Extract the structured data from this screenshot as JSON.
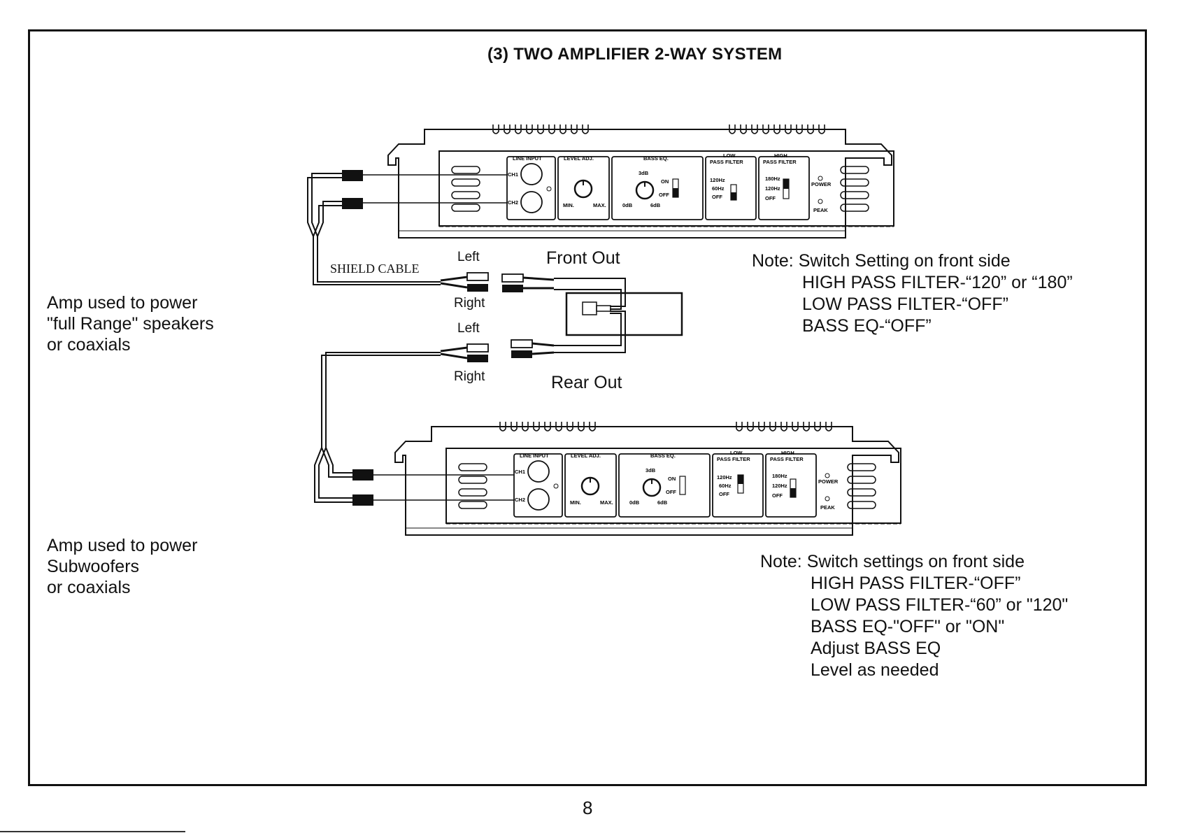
{
  "title": "(3)  TWO AMPLIFIER  2-WAY SYSTEM",
  "side_labels": {
    "top": [
      "Amp used to power",
      "\"full Range\" speakers",
      "or coaxials"
    ],
    "bottom": [
      "Amp used to power",
      "Subwoofers",
      "or coaxials"
    ]
  },
  "note_top": {
    "heading": "Note: Switch Setting on front side",
    "lines": [
      "HIGH PASS FILTER-“120”  or   “180”",
      "LOW PASS FILTER-“OFF”",
      "BASS EQ-“OFF”"
    ]
  },
  "note_bottom": {
    "heading": "Note: Switch settings on front side",
    "lines": [
      "HIGH PASS FILTER-“OFF”",
      "LOW PASS FILTER-“60”   or \"120\"",
      "BASS EQ-\"OFF\" or \"ON\"",
      "Adjust BASS EQ",
      "Level as needed"
    ]
  },
  "connectors": {
    "front_left": "Left",
    "front_right": "Right",
    "rear_left": "Left",
    "rear_right": "Right",
    "front_out": "Front Out",
    "rear_out": "Rear Out",
    "shield_cable": "SHIELD CABLE"
  },
  "amp_panel": {
    "line_input": "LINE INPUT",
    "ch1": "CH1",
    "ch2": "CH2",
    "level_adj": "LEVEL ADJ.",
    "min": "MIN.",
    "max": "MAX.",
    "bass_eq": "BASS EQ.",
    "db3": "3dB",
    "db0": "0dB",
    "db6": "6dB",
    "on": "ON",
    "off": "OFF",
    "low": "LOW",
    "high": "HIGH",
    "pass_filter": "PASS FILTER",
    "hz120": "120Hz",
    "hz60": "60Hz",
    "hz180": "180Hz",
    "power": "POWER",
    "peak": "PEAK"
  },
  "page_number": "8",
  "colors": {
    "ink": "#111111",
    "paper": "#ffffff"
  }
}
